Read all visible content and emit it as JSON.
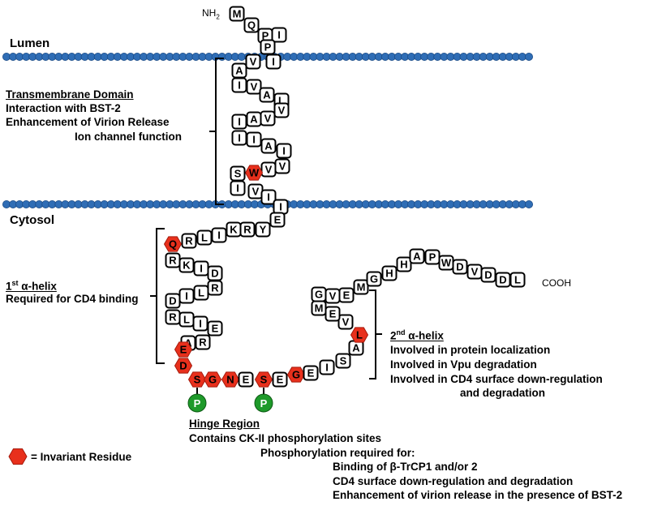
{
  "colors": {
    "membrane": "#2f6db5",
    "membrane_edge": "#1b4b86",
    "invariant": "#e8301c",
    "phospho": "#1e9a2a",
    "residue_border": "#000000",
    "residue_fill": "#ffffff"
  },
  "regions": {
    "lumen_label": "Lumen",
    "cytosol_label": "Cytosol"
  },
  "termini": {
    "n_terminus": "NH",
    "n_terminus_sub": "2",
    "c_terminus": "COOH"
  },
  "transmembrane": {
    "title": "Transmembrane Domain",
    "lines": [
      "Interaction with BST-2",
      "Enhancement of Virion Release",
      "Ion channel function"
    ]
  },
  "helix1": {
    "title_pre": "1",
    "title_sup": "st",
    "title_post": " α-helix",
    "lines": [
      "Required for CD4 binding"
    ]
  },
  "helix2": {
    "title_pre": "2",
    "title_sup": "nd",
    "title_post": " α-helix",
    "lines": [
      "Involved in protein localization",
      "Involved in Vpu degradation",
      "Involved in CD4 surface down-regulation",
      "and degradation"
    ]
  },
  "hinge": {
    "title": "Hinge Region",
    "lines": [
      "Contains CK-II phosphorylation sites",
      "Phosphorylation required for:",
      "Binding of β-TrCP1 and/or 2",
      "CD4 surface down-regulation and degradation",
      "Enhancement of virion release in the presence of BST-2"
    ]
  },
  "legend": {
    "label": "= Invariant Residue"
  },
  "phosphate_label": "P",
  "residues": [
    {
      "aa": "M",
      "inv": false
    },
    {
      "aa": "Q",
      "inv": false
    },
    {
      "aa": "P",
      "inv": false
    },
    {
      "aa": "I",
      "inv": false
    },
    {
      "aa": "P",
      "inv": false
    },
    {
      "aa": "I",
      "inv": false
    },
    {
      "aa": "V",
      "inv": false
    },
    {
      "aa": "A",
      "inv": false
    },
    {
      "aa": "I",
      "inv": false
    },
    {
      "aa": "V",
      "inv": false
    },
    {
      "aa": "A",
      "inv": false
    },
    {
      "aa": "L",
      "inv": false
    },
    {
      "aa": "V",
      "inv": false
    },
    {
      "aa": "V",
      "inv": false
    },
    {
      "aa": "A",
      "inv": false
    },
    {
      "aa": "I",
      "inv": false
    },
    {
      "aa": "I",
      "inv": false
    },
    {
      "aa": "I",
      "inv": false
    },
    {
      "aa": "A",
      "inv": false
    },
    {
      "aa": "I",
      "inv": false
    },
    {
      "aa": "V",
      "inv": false
    },
    {
      "aa": "V",
      "inv": false
    },
    {
      "aa": "W",
      "inv": true
    },
    {
      "aa": "S",
      "inv": false
    },
    {
      "aa": "I",
      "inv": false
    },
    {
      "aa": "V",
      "inv": false
    },
    {
      "aa": "I",
      "inv": false
    },
    {
      "aa": "I",
      "inv": false
    },
    {
      "aa": "E",
      "inv": false
    },
    {
      "aa": "Y",
      "inv": false
    },
    {
      "aa": "R",
      "inv": false
    },
    {
      "aa": "K",
      "inv": false
    },
    {
      "aa": "I",
      "inv": false
    },
    {
      "aa": "L",
      "inv": false
    },
    {
      "aa": "R",
      "inv": false
    },
    {
      "aa": "Q",
      "inv": true
    },
    {
      "aa": "R",
      "inv": false
    },
    {
      "aa": "K",
      "inv": false
    },
    {
      "aa": "I",
      "inv": false
    },
    {
      "aa": "D",
      "inv": false
    },
    {
      "aa": "R",
      "inv": false
    },
    {
      "aa": "L",
      "inv": false
    },
    {
      "aa": "I",
      "inv": false
    },
    {
      "aa": "D",
      "inv": false
    },
    {
      "aa": "R",
      "inv": false
    },
    {
      "aa": "L",
      "inv": false
    },
    {
      "aa": "I",
      "inv": false
    },
    {
      "aa": "E",
      "inv": false
    },
    {
      "aa": "R",
      "inv": false
    },
    {
      "aa": "A",
      "inv": false
    },
    {
      "aa": "E",
      "inv": true
    },
    {
      "aa": "D",
      "inv": true
    },
    {
      "aa": "S",
      "inv": true,
      "phos": true
    },
    {
      "aa": "G",
      "inv": true
    },
    {
      "aa": "N",
      "inv": true
    },
    {
      "aa": "E",
      "inv": false
    },
    {
      "aa": "S",
      "inv": true,
      "phos": true
    },
    {
      "aa": "E",
      "inv": false
    },
    {
      "aa": "G",
      "inv": true
    },
    {
      "aa": "E",
      "inv": false
    },
    {
      "aa": "I",
      "inv": false
    },
    {
      "aa": "S",
      "inv": false
    },
    {
      "aa": "A",
      "inv": false
    },
    {
      "aa": "L",
      "inv": true
    },
    {
      "aa": "V",
      "inv": false
    },
    {
      "aa": "E",
      "inv": false
    },
    {
      "aa": "M",
      "inv": false
    },
    {
      "aa": "G",
      "inv": false
    },
    {
      "aa": "V",
      "inv": false
    },
    {
      "aa": "E",
      "inv": false
    },
    {
      "aa": "M",
      "inv": false
    },
    {
      "aa": "G",
      "inv": false
    },
    {
      "aa": "H",
      "inv": false
    },
    {
      "aa": "H",
      "inv": false
    },
    {
      "aa": "A",
      "inv": false
    },
    {
      "aa": "P",
      "inv": false
    },
    {
      "aa": "W",
      "inv": false
    },
    {
      "aa": "D",
      "inv": false
    },
    {
      "aa": "V",
      "inv": false
    },
    {
      "aa": "D",
      "inv": false
    },
    {
      "aa": "D",
      "inv": false
    },
    {
      "aa": "L",
      "inv": false
    }
  ]
}
